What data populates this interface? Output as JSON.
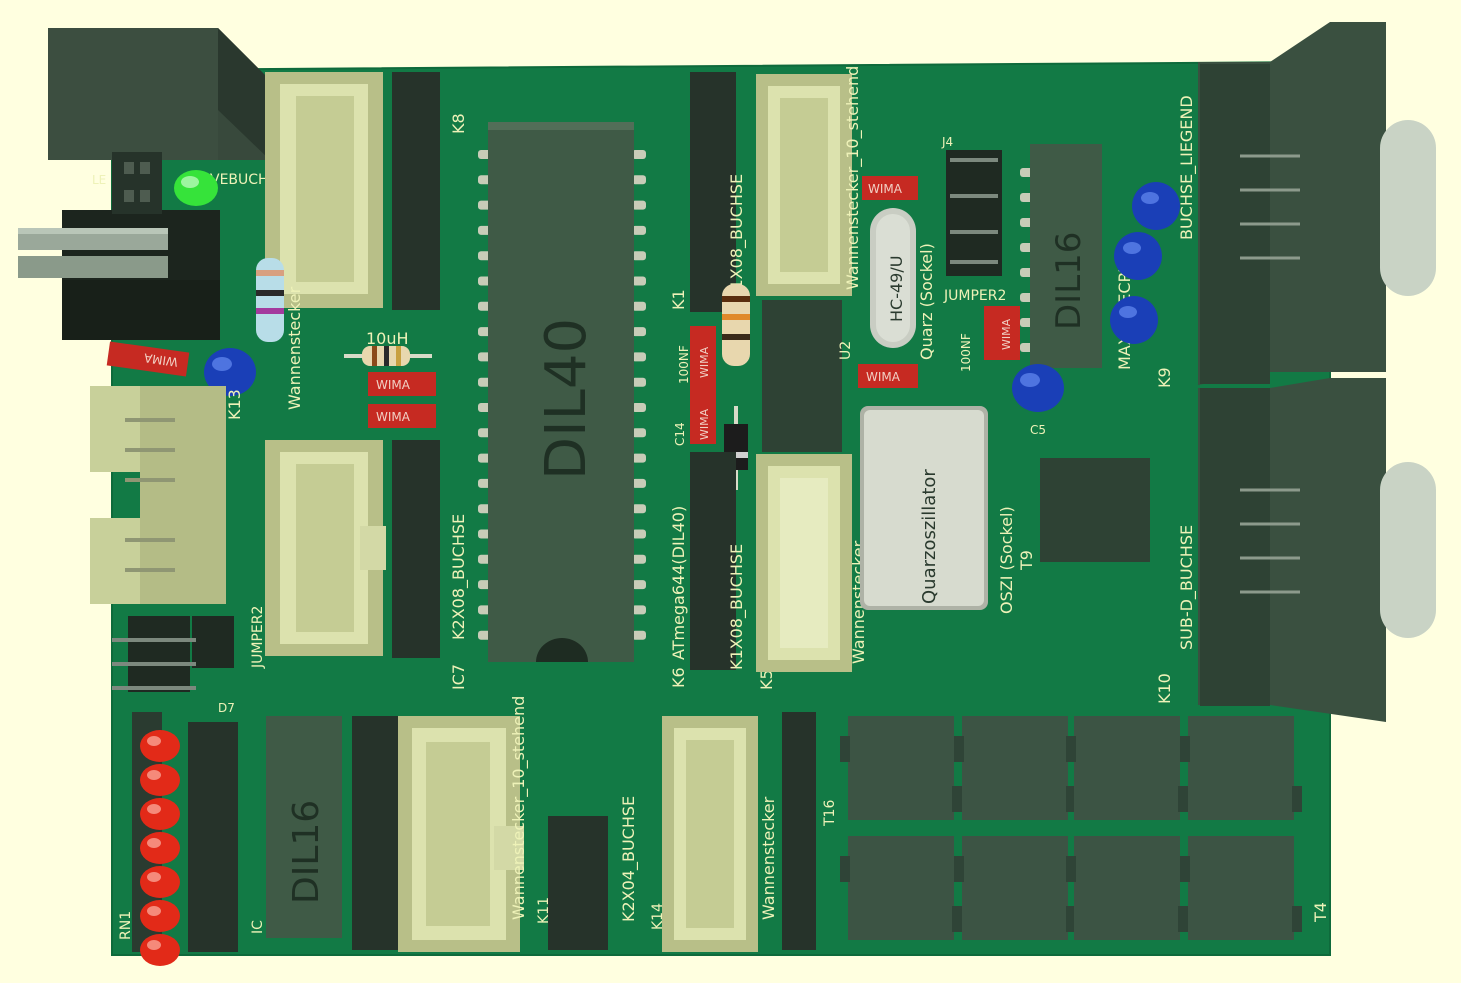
{
  "colors": {
    "background": "#FFFFE0",
    "board": "#127A45",
    "board_edge": "#0E6A3B",
    "silkscreen": "#EEF2B8",
    "header_body": "#2A3B30",
    "header_pin": "#4E5C50",
    "ic_body": "#3F5A46",
    "ic_label": "#1F3024",
    "ic_pin": "#C8CCB8",
    "connector_body": "#D9DFAA",
    "connector_shade": "#B6BE86",
    "dsub_body": "#344B3B",
    "dsub_metal": "#C9D3C5",
    "wima_red": "#C62A22",
    "wima_text": "#F1D0C4",
    "elko_blue": "#1A3FB7",
    "led_red": "#E22A18",
    "led_green": "#36E33A",
    "relay_body": "#3C5444",
    "resistor_body": "#E8D7AE",
    "crystal_metal": "#D3D7CD",
    "oscillator_metal": "#D7DBCF"
  },
  "icons": [
    "ic-dil40-chip",
    "ic-dil16-chip",
    "wima-capacitor",
    "electrolytic-capacitor",
    "led",
    "resistor",
    "crystal",
    "pin-header",
    "box-header-connector",
    "dsub-connector",
    "relay"
  ],
  "ics": {
    "dil40": "DIL40",
    "dil16_right": "DIL16",
    "dil16_left": "DIL16"
  },
  "components": {
    "wima": "WIMA",
    "crystal": "HC-49/U",
    "oscillator": "Quarzoszillator"
  },
  "labels": {
    "k8": "K8",
    "k1": "K1",
    "k2x08_buchse": "K2X08_BUCHSE",
    "k1x08_buchse": "K1X08_BUCHSE",
    "wannenstecker_stehend": "Wannenstecker_10_stehend",
    "wannenstecker_short": "Wannenstecker",
    "inductor": "10uH",
    "mcu": "ATmega644(DIL40)",
    "nf100": "100NF",
    "nf100_2": "100NF",
    "c14": "C14",
    "j4": "J4",
    "jumper2": "JUMPER2",
    "jumper2_left": "JUMPER2",
    "quarz_sockel": "Quarz (Sockel)",
    "oszi_sockel": "OSZI (Sockel)",
    "t9": "T9",
    "c5": "C5",
    "k9": "K9",
    "k10": "K10",
    "buchse_liegend": "BUCHSE_LIEGEND",
    "sub_d_buchse": "SUB-D_BUCHSE",
    "max232": "MAX232ECPE",
    "k13": "K13",
    "le": "LE",
    "vebuchse": "VEBUCHSE",
    "ic": "IC",
    "rn1": "RN1",
    "d7": "D7",
    "k11": "K11",
    "k2x04_buchse": "K2X04_BUCHSE",
    "k14": "K14",
    "t16": "T16",
    "t4": "T4",
    "k5": "K5",
    "k6": "K6",
    "ic7": "IC7",
    "u2": "U2"
  }
}
